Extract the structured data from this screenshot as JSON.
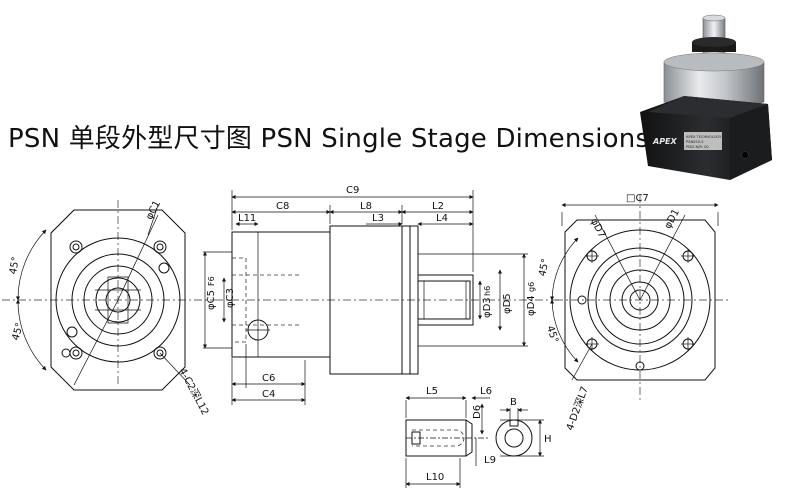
{
  "title": "PSN 单段外型尺寸图 PSN Single Stage Dimensions",
  "product_photo": {
    "brand": "APEX",
    "label_line1": "APEX TECHNOLOGY",
    "label_line2": "PSN050-5",
    "label_line3": "PN/S N/R: 00"
  },
  "labels": {
    "c1": "φC1",
    "c3": "φC3",
    "c5": "φC5",
    "c5_tol": "F6",
    "c6": "C6",
    "c4": "C4",
    "c8": "C8",
    "c9": "C9",
    "c7": "□C7",
    "c2": "4-C2深L12",
    "l11": "L11",
    "l8": "L8",
    "l3": "L3",
    "l2": "L2",
    "l4": "L4",
    "d3": "φD3",
    "d3_tol": "h6",
    "d5": "φD5",
    "d4": "φD4",
    "d4_tol": "g6",
    "d7": "φD7",
    "d1": "φD1",
    "d2": "4-D2深L7",
    "angle_top_left": "45°",
    "angle_bot_left": "45°",
    "angle_top_right": "45°",
    "angle_bot_right": "45°",
    "l5": "L5",
    "l6": "L6",
    "d6": "D6",
    "l9": "L9",
    "l10": "L10",
    "b": "B",
    "h": "H"
  }
}
